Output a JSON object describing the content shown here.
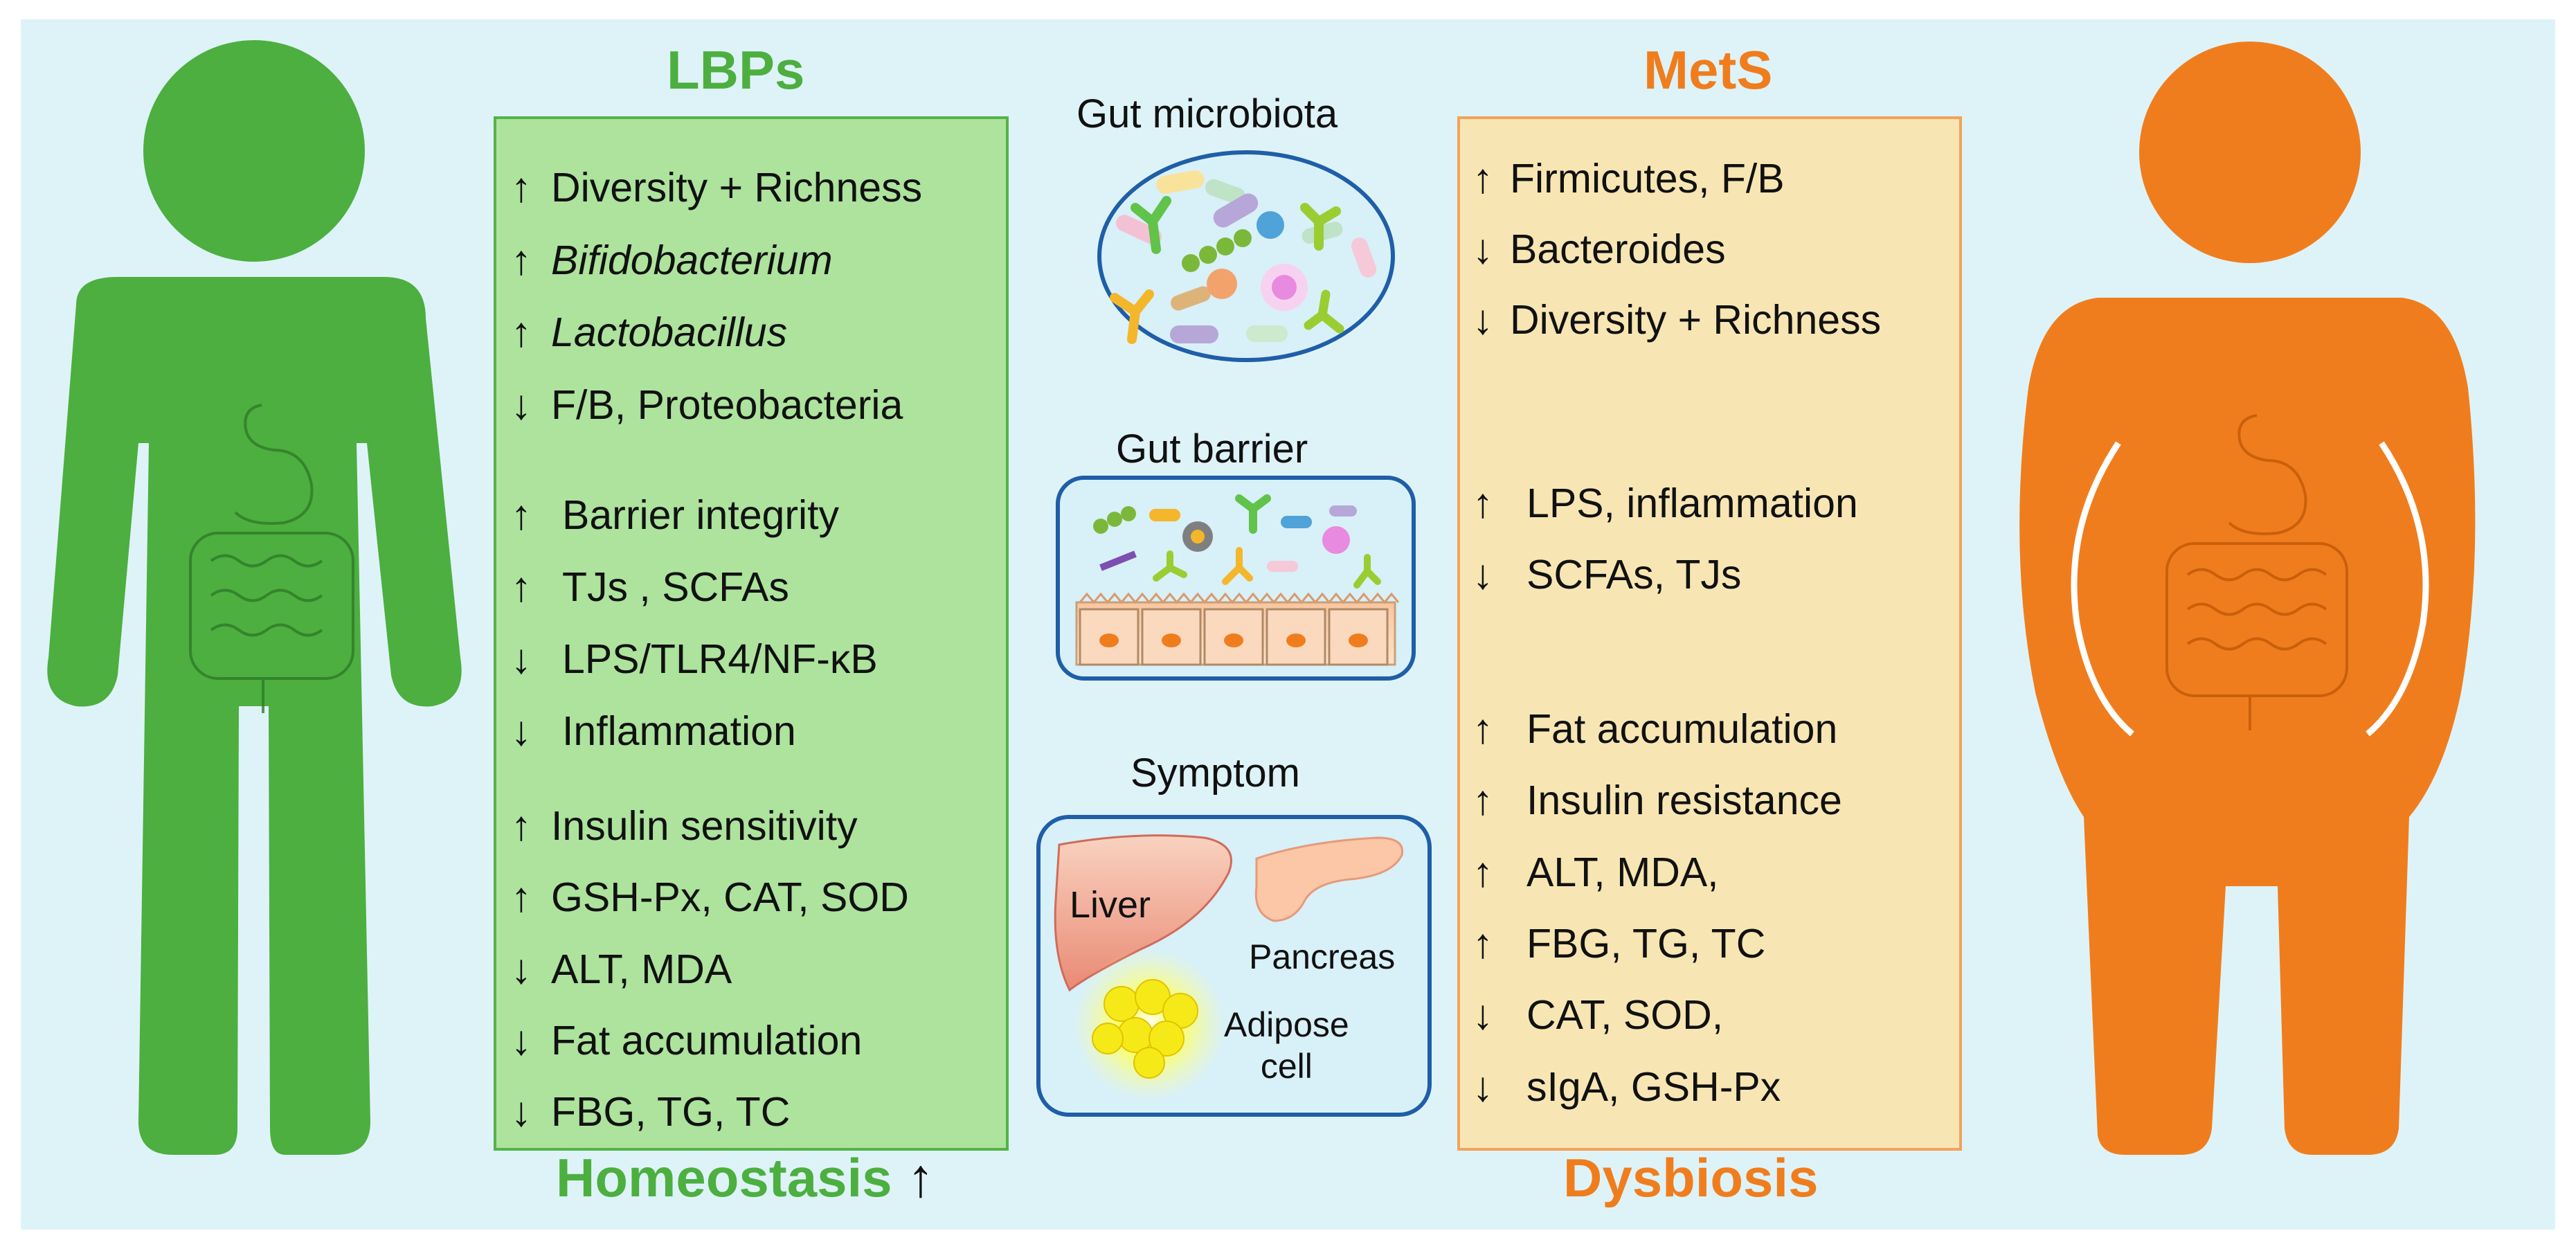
{
  "colors": {
    "background": "#def3f8",
    "green": "#4caf3f",
    "green_panel": "#ade39d",
    "orange": "#f07d1d",
    "orange_panel": "#f7e6b3"
  },
  "left": {
    "title": "LBPs",
    "footer": "Homeostasis",
    "footer_arrow": "↑",
    "items": [
      {
        "arrow": "↑",
        "text": "Diversity + Richness",
        "italic": false
      },
      {
        "arrow": "↑",
        "text": "Bifidobacterium",
        "italic": true
      },
      {
        "arrow": "↑",
        "text": "Lactobacillus",
        "italic": true
      },
      {
        "arrow": "↓",
        "text": "F/B, Proteobacteria",
        "italic": false
      },
      {
        "arrow": "↑",
        "text": "Barrier integrity",
        "italic": false
      },
      {
        "arrow": "↑",
        "text": "TJs , SCFAs",
        "italic": false
      },
      {
        "arrow": "↓",
        "text": "LPS/TLR4/NF-κB",
        "italic": false
      },
      {
        "arrow": "↓",
        "text": "Inflammation",
        "italic": false
      },
      {
        "arrow": "↑",
        "text": "Insulin sensitivity",
        "italic": false
      },
      {
        "arrow": "↑",
        "text": "GSH-Px, CAT, SOD",
        "italic": false
      },
      {
        "arrow": "↓",
        "text": "ALT, MDA",
        "italic": false
      },
      {
        "arrow": "↓",
        "text": "Fat accumulation",
        "italic": false
      },
      {
        "arrow": "↓",
        "text": "FBG, TG, TC",
        "italic": false
      }
    ]
  },
  "right": {
    "title": "MetS",
    "footer": "Dysbiosis",
    "items": [
      {
        "arrow": "↑",
        "text": "Firmicutes, F/B"
      },
      {
        "arrow": "↓",
        "text": "Bacteroides"
      },
      {
        "arrow": "↓",
        "text": "Diversity + Richness"
      },
      {
        "arrow": "↑",
        "text": "LPS, inflammation"
      },
      {
        "arrow": "↓",
        "text": "SCFAs, TJs"
      },
      {
        "arrow": "↑",
        "text": "Fat accumulation"
      },
      {
        "arrow": "↑",
        "text": "Insulin resistance"
      },
      {
        "arrow": "↑",
        "text": "ALT, MDA,"
      },
      {
        "arrow": "↑",
        "text": "FBG, TG, TC"
      },
      {
        "arrow": "↓",
        "text": "CAT, SOD,"
      },
      {
        "arrow": "↓",
        "text": "sIgA, GSH-Px"
      }
    ]
  },
  "center": {
    "microbiota_title": "Gut microbiota",
    "barrier_title": "Gut barrier",
    "symptom_title": "Symptom",
    "liver_label": "Liver",
    "pancreas_label": "Pancreas",
    "adipose_label_line1": "Adipose",
    "adipose_label_line2": "cell"
  }
}
